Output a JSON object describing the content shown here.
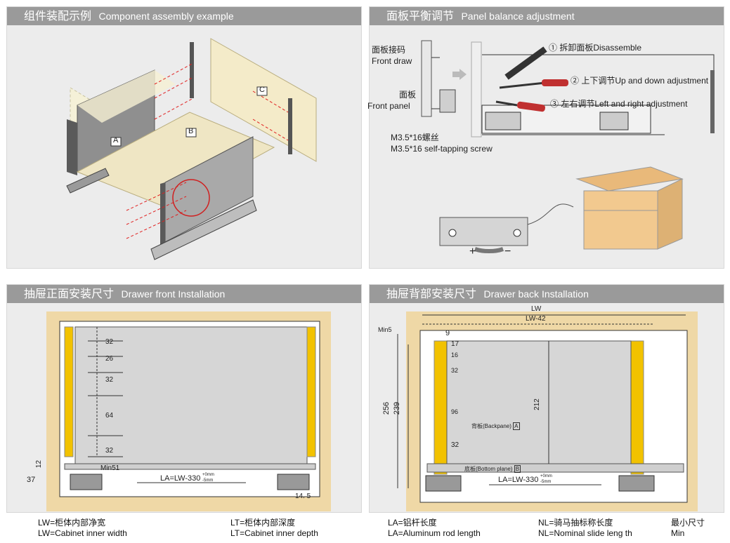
{
  "panels": {
    "p1": {
      "title_cn": "组件装配示例",
      "title_en": "Component assembly example",
      "labels": {
        "a": "A",
        "b": "B",
        "c": "C"
      }
    },
    "p2": {
      "title_cn": "面板平衡调节",
      "title_en": "Panel balance adjustment",
      "labels": {
        "front_draw_cn": "面板接码",
        "front_draw_en": "Front draw",
        "front_panel_cn": "面板",
        "front_panel_en": "Front panel",
        "screw_cn": "M3.5*16螺丝",
        "screw_en": "M3.5*16 self-tapping screw",
        "step1": "① 拆卸面板Disassemble",
        "step2": "② 上下调节Up and down adjustment",
        "step3": "③ 左右调节Left and right adjustment",
        "plus": "+",
        "minus": "−"
      }
    },
    "p3": {
      "title_cn": "抽屉正面安装尺寸",
      "title_en": "Drawer front Installation",
      "dims": [
        "32",
        "26",
        "32",
        "64",
        "32"
      ],
      "min51": "Min51",
      "la": "LA=LW-330",
      "tol_plus": "+0mm",
      "tol_minus": "-5mm",
      "d12": "12",
      "d37": "37",
      "d14_5": "14. 5"
    },
    "p4": {
      "title_cn": "抽屉背部安装尺寸",
      "title_en": "Drawer back Installation",
      "lw": "LW",
      "lw42": "LW-42",
      "min5": "Min5",
      "d9": "9",
      "d17": "17",
      "d16": "16",
      "d32a": "32",
      "d96": "96",
      "d32b": "32",
      "d256": "256",
      "d239": "239",
      "d212": "212",
      "backpane": "背板(Backpane)",
      "backpane_tag": "A",
      "bottom": "底板(Bottom plane)",
      "bottom_tag": "B",
      "la": "LA=LW-330",
      "tol_plus": "+0mm",
      "tol_minus": "-5mm"
    }
  },
  "legend": {
    "lw_cn": "LW=柜体内部净宽",
    "lw_en": "LW=Cabinet inner width",
    "lt_cn": "LT=柜体内部深度",
    "lt_en": "LT=Cabinet inner depth",
    "la_cn": "LA=铝杆长度",
    "la_en": "LA=Aluminum rod length",
    "nl_cn": "NL=骑马抽标称长度",
    "nl_en": "NL=Nominal slide leng th",
    "min_cn": "最小尺寸",
    "min_en": "Min"
  }
}
